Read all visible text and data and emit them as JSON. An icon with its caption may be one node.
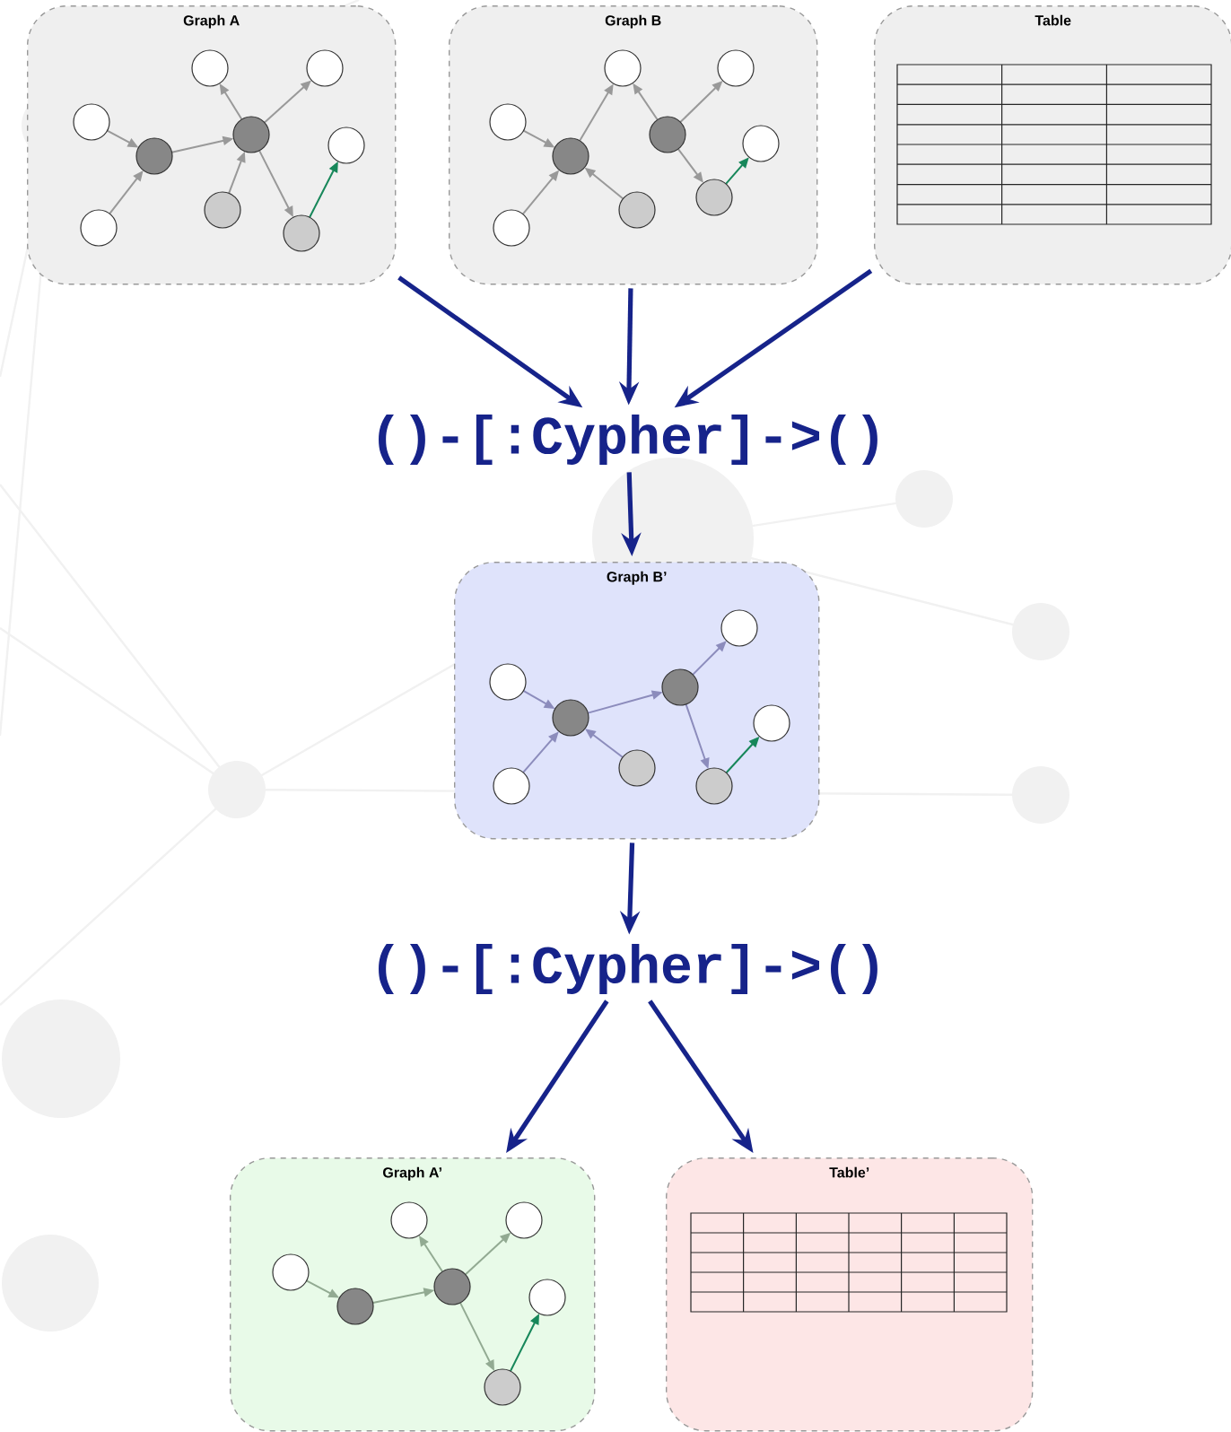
{
  "diagram": {
    "nodes": [
      {
        "text": [
          "Graph A"
        ]
      },
      {
        "text": [
          "Graph B"
        ]
      },
      {
        "text": [
          "Table"
        ]
      },
      {
        "text": [
          "()-[:Cypher]->()"
        ]
      },
      {
        "text": [
          "Graph B’"
        ]
      },
      {
        "text": [
          "()-[:Cypher]->()"
        ]
      },
      {
        "text": [
          "Graph A’"
        ]
      },
      {
        "text": [
          "Table’"
        ]
      }
    ],
    "edges": [
      {
        "from": 0,
        "to": 3,
        "arrow": "to"
      },
      {
        "from": 1,
        "to": 3,
        "arrow": "to"
      },
      {
        "from": 2,
        "to": 3,
        "arrow": "to"
      },
      {
        "from": 3,
        "to": 4,
        "arrow": "to"
      },
      {
        "from": 4,
        "to": 5,
        "arrow": "to"
      },
      {
        "from": 5,
        "to": 6,
        "arrow": "to"
      },
      {
        "from": 5,
        "to": 7,
        "arrow": "to"
      }
    ]
  }
}
